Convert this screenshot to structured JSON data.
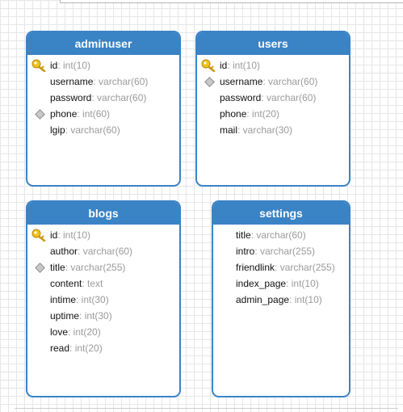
{
  "tables": [
    {
      "name": "adminuser",
      "fields": [
        {
          "name": "id",
          "type": "int(10)",
          "marker": "key-icon"
        },
        {
          "name": "username",
          "type": "varchar(60)",
          "marker": ""
        },
        {
          "name": "password",
          "type": "varchar(60)",
          "marker": ""
        },
        {
          "name": "phone",
          "type": "int(60)",
          "marker": "diamond-icon"
        },
        {
          "name": "lgip",
          "type": "varchar(60)",
          "marker": ""
        }
      ]
    },
    {
      "name": "users",
      "fields": [
        {
          "name": "id",
          "type": "int(10)",
          "marker": "key-icon"
        },
        {
          "name": "username",
          "type": "varchar(60)",
          "marker": "diamond-icon"
        },
        {
          "name": "password",
          "type": "varchar(60)",
          "marker": ""
        },
        {
          "name": "phone",
          "type": "int(20)",
          "marker": ""
        },
        {
          "name": "mail",
          "type": "varchar(30)",
          "marker": ""
        }
      ]
    },
    {
      "name": "blogs",
      "fields": [
        {
          "name": "id",
          "type": "int(10)",
          "marker": "key-icon"
        },
        {
          "name": "author",
          "type": "varchar(60)",
          "marker": ""
        },
        {
          "name": "title",
          "type": "varchar(255)",
          "marker": "diamond-icon"
        },
        {
          "name": "content",
          "type": "text",
          "marker": ""
        },
        {
          "name": "intime",
          "type": "int(30)",
          "marker": ""
        },
        {
          "name": "uptime",
          "type": "int(30)",
          "marker": ""
        },
        {
          "name": "love",
          "type": "int(20)",
          "marker": ""
        },
        {
          "name": "read",
          "type": "int(20)",
          "marker": ""
        }
      ]
    },
    {
      "name": "settings",
      "fields": [
        {
          "name": "title",
          "type": "varchar(60)",
          "marker": ""
        },
        {
          "name": "intro",
          "type": "varchar(255)",
          "marker": ""
        },
        {
          "name": "friendlink",
          "type": "varchar(255)",
          "marker": ""
        },
        {
          "name": "index_page",
          "type": "int(10)",
          "marker": ""
        },
        {
          "name": "admin_page",
          "type": "int(10)",
          "marker": ""
        }
      ]
    }
  ],
  "colors": {
    "header": "#3a83c5",
    "field_name": "#111111",
    "field_type": "#9a9a9a",
    "key_icon": "#e7b416"
  }
}
